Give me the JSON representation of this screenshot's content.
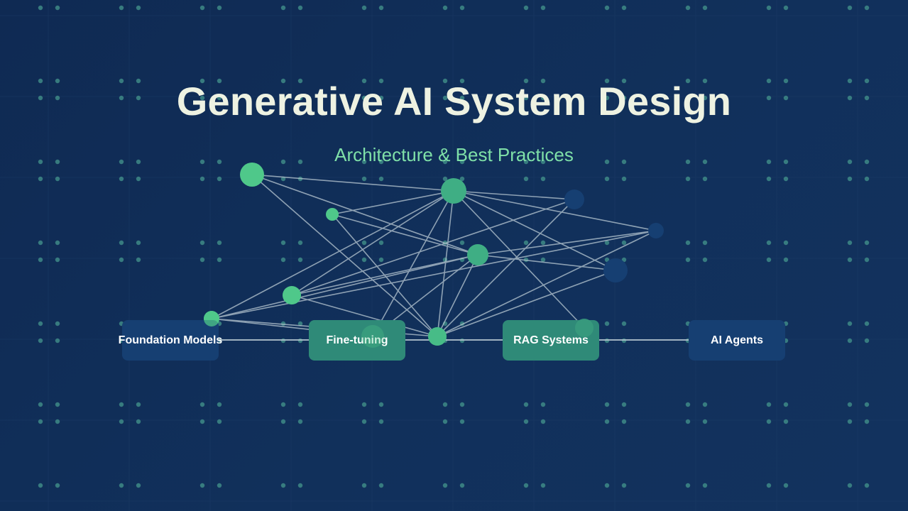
{
  "slide": {
    "title": "Generative AI System Design",
    "subtitle": "Architecture & Best Practices"
  },
  "pipeline": {
    "stages": [
      {
        "label": "Foundation Models",
        "style": "blue"
      },
      {
        "label": "Fine-tuning",
        "style": "green"
      },
      {
        "label": "RAG Systems",
        "style": "green"
      },
      {
        "label": "AI Agents",
        "style": "blue"
      }
    ]
  },
  "colors": {
    "background": "#0f2a52",
    "title": "#eef2e2",
    "subtitle": "#7fe0a8",
    "stage_blue": "#163f72",
    "stage_green": "#2f8a78",
    "node_green": "#4fc88a",
    "node_blue": "#163f72",
    "edge": "#b8c8d2",
    "dot": "#3e8a86"
  }
}
